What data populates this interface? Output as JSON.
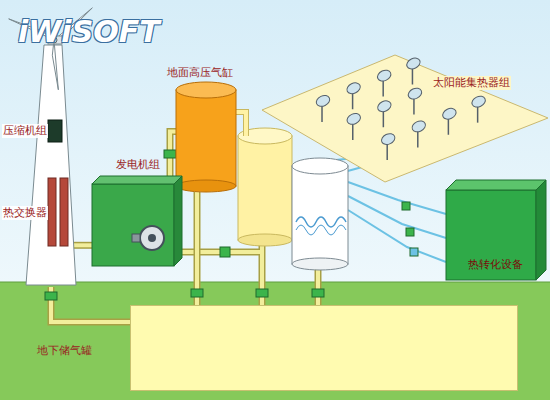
{
  "diagram": {
    "nodes": [
      {
        "text": [
          "压缩机组",
          "热交换器"
        ]
      },
      {
        "text": [
          "地面高压气缸"
        ]
      },
      {
        "text": [
          "发电机组"
        ]
      },
      {
        "text": [
          "太阳能集热器组"
        ]
      },
      {
        "text": [
          "热转化设备"
        ]
      },
      {
        "text": [
          "地下储气罐"
        ]
      }
    ],
    "edges": [
      {
        "from": 0,
        "to": 2,
        "arrow": "none"
      },
      {
        "from": 2,
        "to": 1,
        "arrow": "none"
      },
      {
        "from": 0,
        "to": 5,
        "arrow": "none"
      },
      {
        "from": 1,
        "to": 5,
        "arrow": "none"
      }
    ],
    "labels": [
      "iWiSOFT"
    ]
  }
}
